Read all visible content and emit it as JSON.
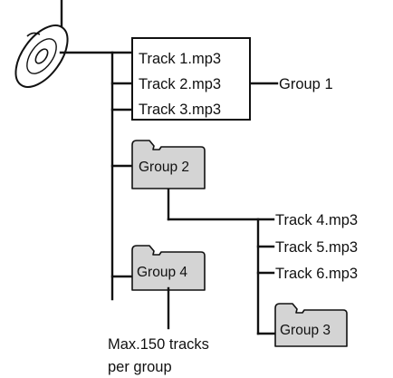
{
  "tracks": {
    "t1": "Track 1.mp3",
    "t2": "Track 2.mp3",
    "t3": "Track 3.mp3",
    "t4": "Track 4.mp3",
    "t5": "Track 5.mp3",
    "t6": "Track 6.mp3"
  },
  "groups": {
    "g1": "Group 1",
    "g2": "Group 2",
    "g3": "Group 3",
    "g4": "Group 4"
  },
  "note": {
    "line1": "Max.150 tracks",
    "line2": "per group"
  },
  "colors": {
    "folder_fill": "#d4d4d4",
    "line": "#111111"
  }
}
